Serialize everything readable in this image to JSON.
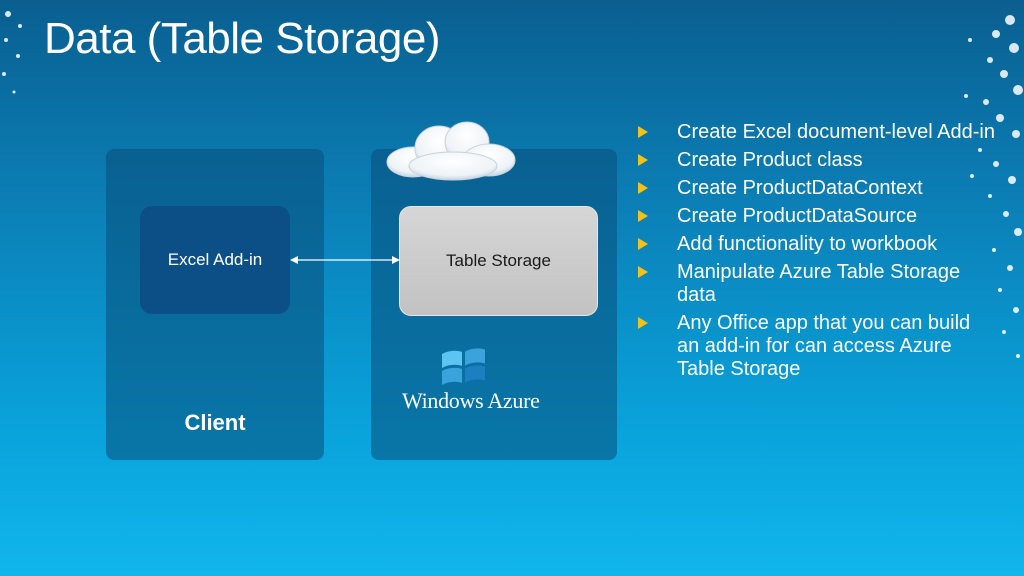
{
  "slide": {
    "title": "Data (Table Storage)"
  },
  "diagram": {
    "client_panel_label": "Client",
    "excel_addin_label": "Excel Add-in",
    "table_storage_label": "Table Storage",
    "azure_logo_text": "Windows Azure",
    "icons": [
      "cloud-icon",
      "windows-flag-icon",
      "double-arrow-icon"
    ]
  },
  "bullets": [
    "Create Excel document-level Add-in",
    "Create Product class",
    "Create ProductDataContext",
    "Create ProductDataSource",
    "Add functionality to workbook",
    "Manipulate Azure Table Storage data",
    "Any Office app that you can build an add-in for can access Azure Table Storage"
  ],
  "colors": {
    "background_top": "#0a5f90",
    "background_bottom": "#10b6ec",
    "addin_box": "#0b4f86",
    "storage_box": "#c9c9c9",
    "bullet_marker": "#f2c21b"
  }
}
